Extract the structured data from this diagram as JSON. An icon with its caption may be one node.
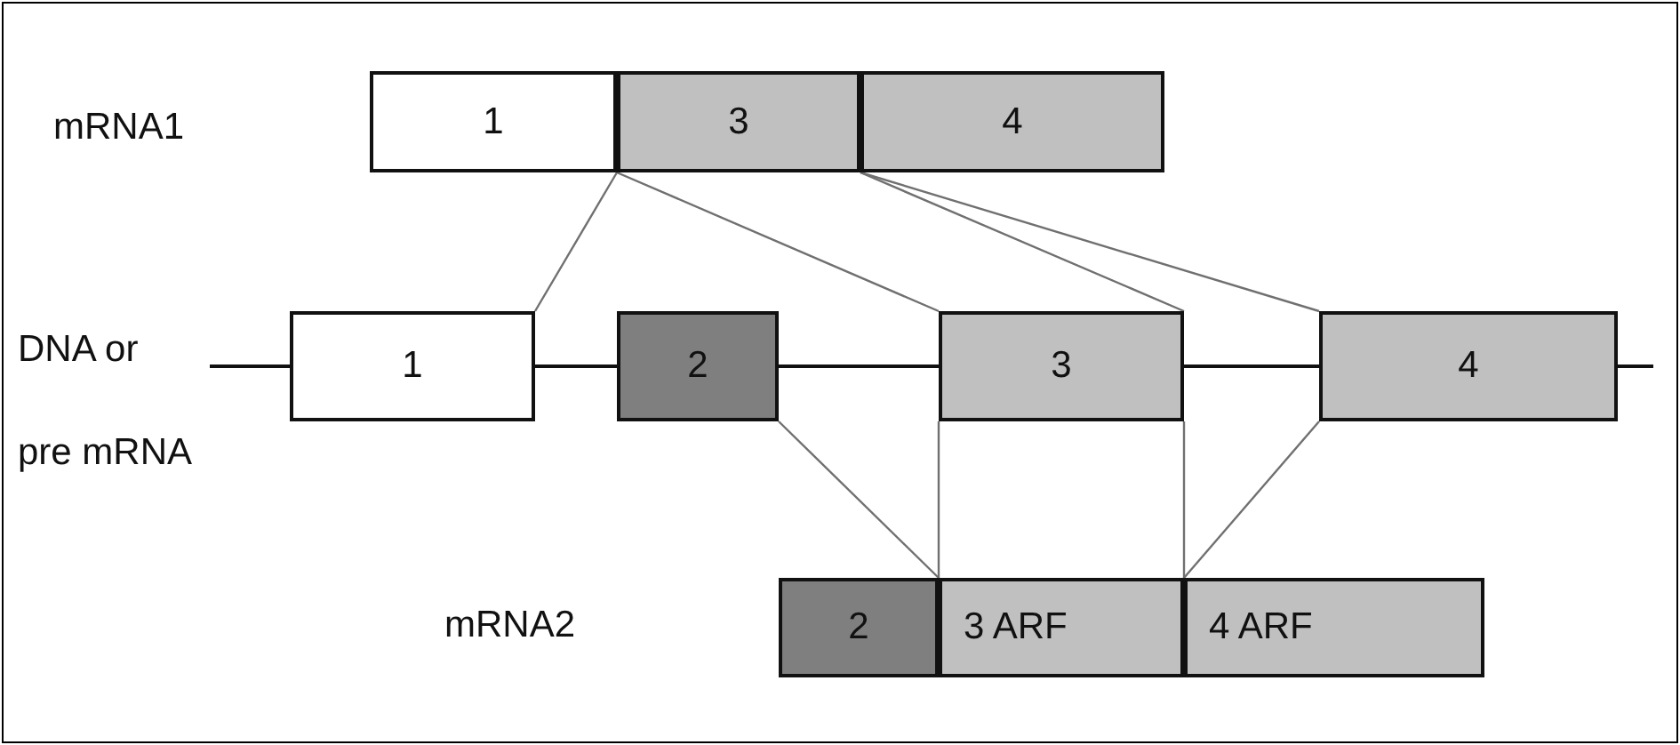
{
  "diagram": {
    "nodes": [
      {
        "text": [
          "1"
        ]
      },
      {
        "text": [
          "3"
        ]
      },
      {
        "text": [
          "4"
        ]
      },
      {
        "text": [
          "1"
        ]
      },
      {
        "text": [
          "2"
        ]
      },
      {
        "text": [
          "3"
        ]
      },
      {
        "text": [
          "4"
        ]
      },
      {
        "text": [
          "2"
        ]
      },
      {
        "text": [
          "3 ARF"
        ]
      },
      {
        "text": [
          "4 ARF"
        ]
      }
    ],
    "edges": [
      {
        "from": 0,
        "to": 3,
        "arrow": "none"
      },
      {
        "from": 1,
        "to": 5,
        "arrow": "none"
      },
      {
        "from": 1,
        "to": 5,
        "arrow": "none"
      },
      {
        "from": 2,
        "to": 6,
        "arrow": "none"
      },
      {
        "from": 4,
        "to": 7,
        "arrow": "none"
      },
      {
        "from": 5,
        "to": 8,
        "arrow": "none"
      },
      {
        "from": 5,
        "to": 8,
        "arrow": "none"
      },
      {
        "from": 6,
        "to": 9,
        "arrow": "none"
      }
    ],
    "labels": [
      "mRNA1",
      "DNA or pre mRNA",
      "mRNA2"
    ]
  }
}
